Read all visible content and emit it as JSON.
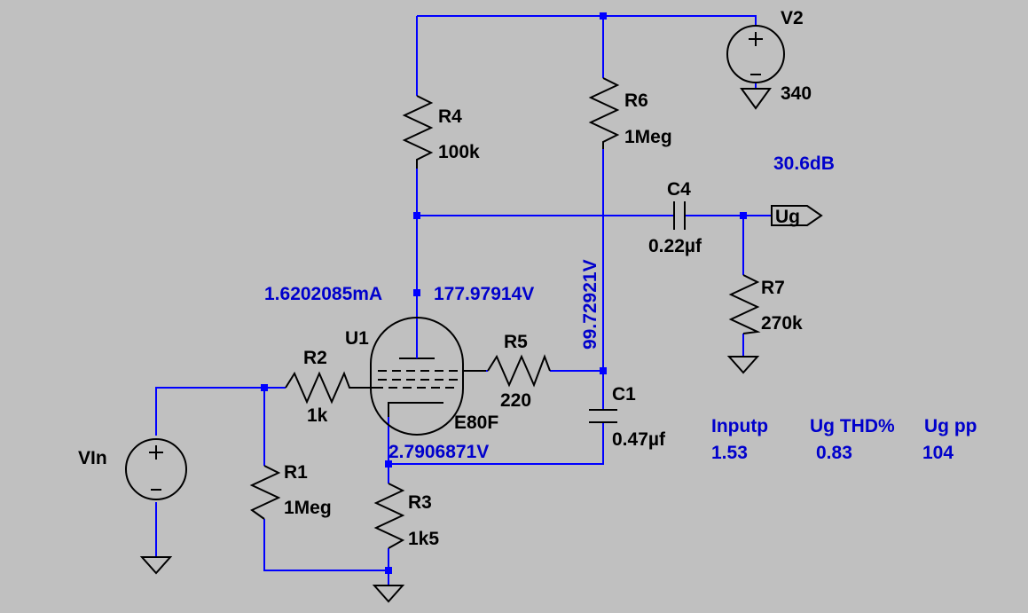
{
  "components": {
    "V2": {
      "name": "V2",
      "value": "340"
    },
    "R4": {
      "name": "R4",
      "value": "100k"
    },
    "R6": {
      "name": "R6",
      "value": "1Meg"
    },
    "C4": {
      "name": "C4",
      "value": "0.22µf"
    },
    "R7": {
      "name": "R7",
      "value": "270k"
    },
    "U1": {
      "name": "U1",
      "value": "E80F"
    },
    "R2": {
      "name": "R2",
      "value": "1k"
    },
    "R5": {
      "name": "R5",
      "value": "220"
    },
    "C1": {
      "name": "C1",
      "value": "0.47µf"
    },
    "R1": {
      "name": "R1",
      "value": "1Meg"
    },
    "R3": {
      "name": "R3",
      "value": "1k5"
    },
    "Vin": {
      "name": "VIn"
    }
  },
  "output_label": "Ug",
  "probes": {
    "gain": "30.6dB",
    "anode_current": "1.6202085mA",
    "anode_voltage": "177.97914V",
    "screen_voltage": "99.72921V",
    "cathode_voltage": "2.7906871V"
  },
  "measurements": [
    {
      "label": "Inputp",
      "value": "1.53"
    },
    {
      "label": "Ug THD%",
      "value": "0.83"
    },
    {
      "label": "Ug pp",
      "value": "104"
    }
  ]
}
